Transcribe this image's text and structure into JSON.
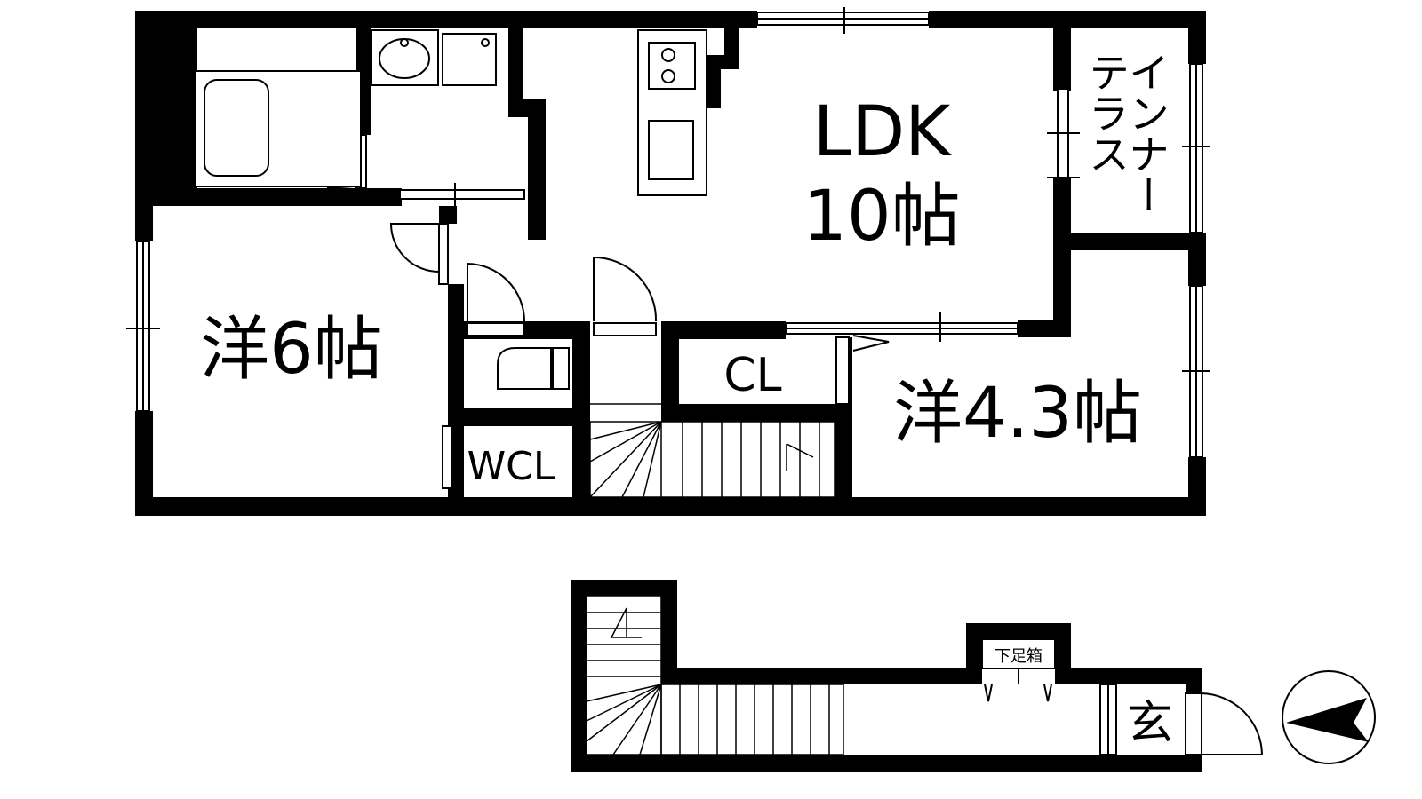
{
  "rooms": {
    "ldk_name": "LDK",
    "ldk_size": "10帖",
    "western1": "洋6帖",
    "western2": "洋4.3帖",
    "closet": "CL",
    "wcl": "WCL",
    "terrace_line1": "インナー",
    "terrace_line2": "テラス",
    "shoe_box": "下足箱",
    "entrance": "玄"
  },
  "icons": {
    "north": "north-arrow-icon",
    "bathtub": "bathtub-icon",
    "sink": "washbasin-icon",
    "washer": "washing-machine-icon",
    "stove": "gas-stove-icon",
    "kitchen_sink": "kitchen-sink-icon",
    "toilet": "toilet-icon"
  },
  "colors": {
    "wall": "#000000",
    "background": "#ffffff"
  }
}
